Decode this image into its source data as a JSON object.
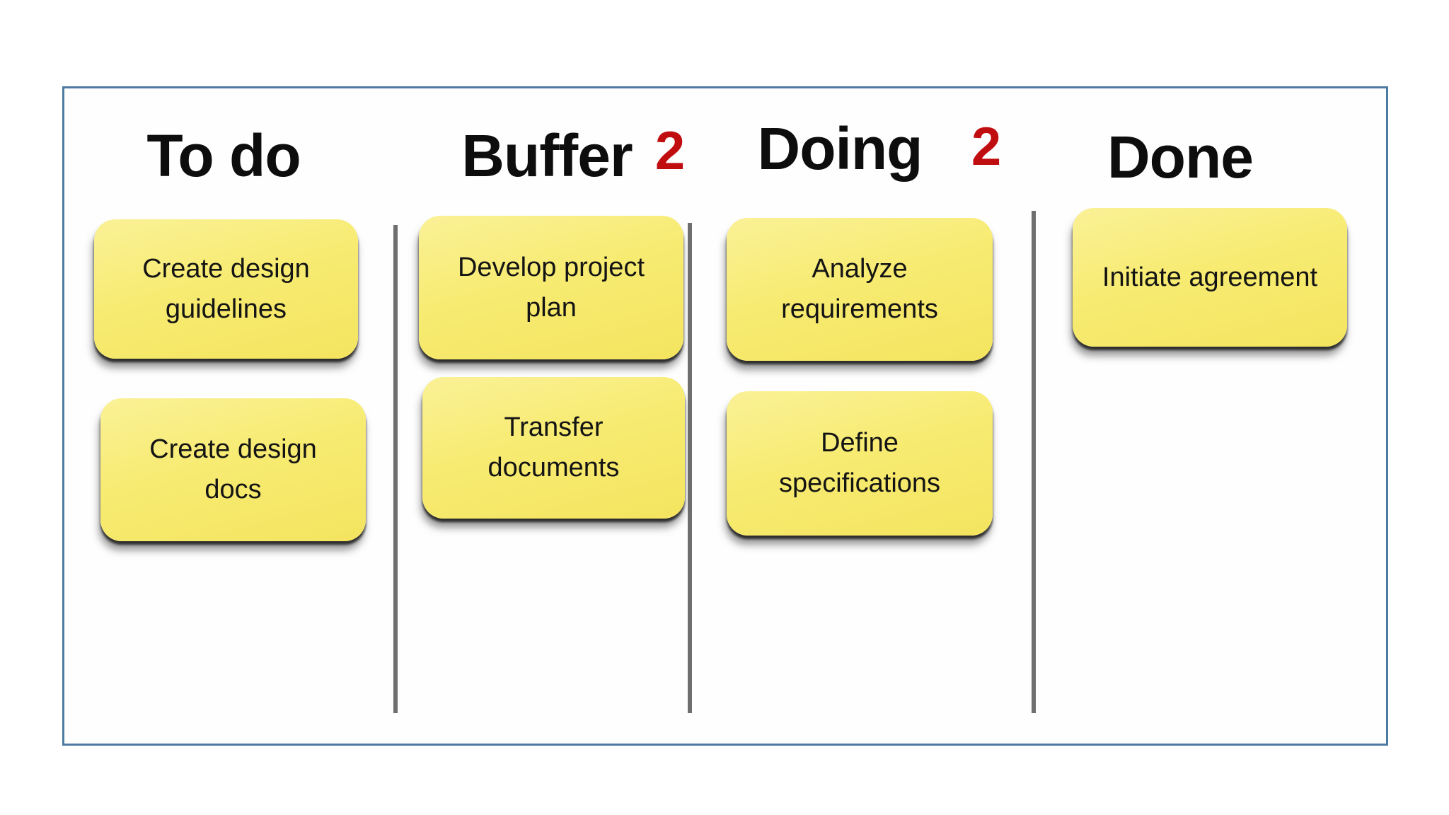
{
  "columns": [
    {
      "title": "To do",
      "notes": [
        "Create design guidelines",
        "Create design docs"
      ]
    },
    {
      "title": "Buffer",
      "wip_limit": "2",
      "notes": [
        "Develop project plan",
        "Transfer documents"
      ]
    },
    {
      "title": "Doing",
      "wip_limit": "2",
      "notes": [
        "Analyze requirements",
        "Define specifications"
      ]
    },
    {
      "title": "Done",
      "notes": [
        "Initiate agreement"
      ]
    }
  ],
  "colors": {
    "note_fill_yellow": "#f6e96a",
    "wip_limit_red": "#c00d10",
    "frame_border_blue": "#4d7aa3",
    "divider_gray": "#6f6f6f"
  }
}
